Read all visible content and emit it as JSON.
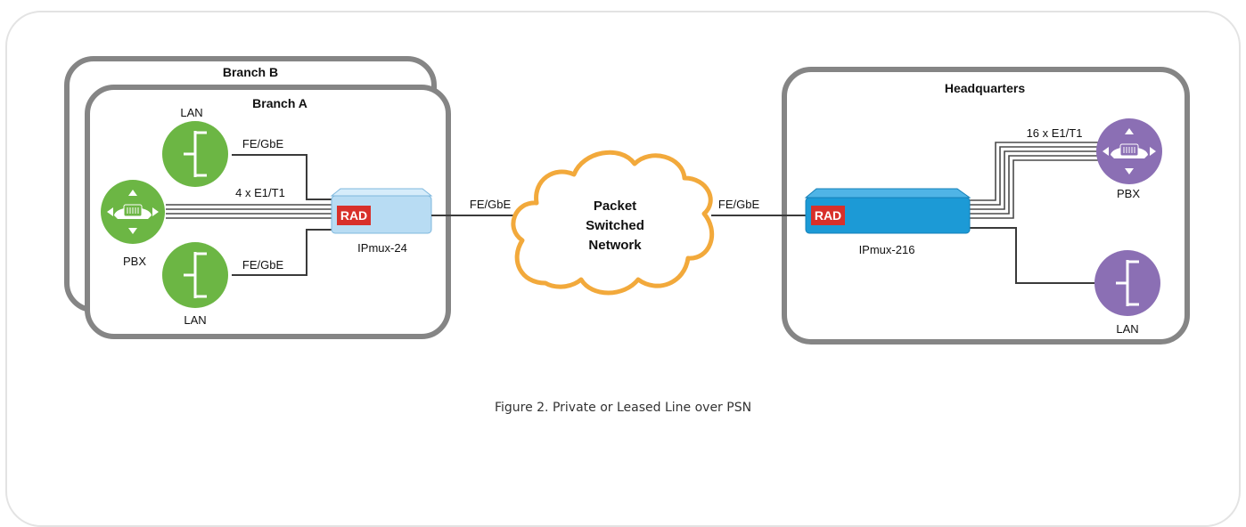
{
  "diagram": {
    "branch_b_title": "Branch B",
    "branch_a_title": "Branch A",
    "hq_title": "Headquarters",
    "branch_a": {
      "lan_top_label": "LAN",
      "lan_bottom_label": "LAN",
      "pbx_label": "PBX",
      "fe_top_label": "FE/GbE",
      "fe_bottom_label": "FE/GbE",
      "e1_label": "4 x E1/T1",
      "device_label": "IPmux-24",
      "device_logo": "RAD"
    },
    "wan_left_label": "FE/GbE",
    "wan_right_label": "FE/GbE",
    "cloud": {
      "line1": "Packet",
      "line2": "Switched",
      "line3": "Network"
    },
    "hq": {
      "e1_label": "16 x E1/T1",
      "pbx_label": "PBX",
      "lan_label": "LAN",
      "device_label": "IPmux-216",
      "device_logo": "RAD"
    }
  },
  "caption": "Figure 2.  Private or Leased Line over PSN",
  "colors": {
    "green": "#6cb644",
    "purple": "#8b6fb4",
    "light_blue": "#b8dcf3",
    "blue": "#1c9ad6",
    "orange": "#f2a93b",
    "rad_red": "#d8302a",
    "box_gray": "#858585"
  }
}
